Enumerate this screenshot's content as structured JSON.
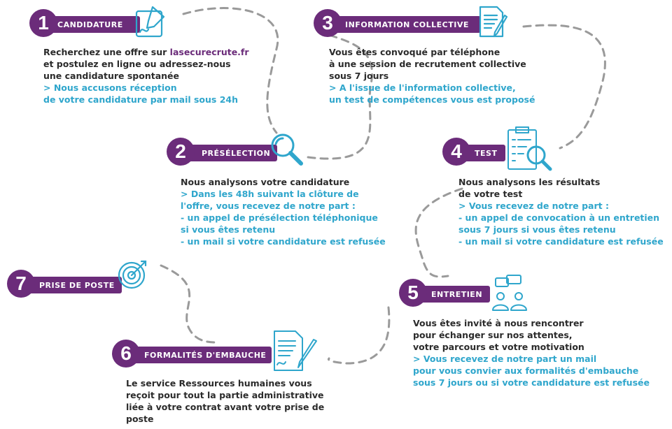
{
  "colors": {
    "purple": "#6b2c7a",
    "cyan": "#2fa6cc",
    "dark": "#2b2b2b",
    "dash": "#9a9a9a"
  },
  "steps": [
    {
      "number": "1",
      "title": "CANDIDATURE",
      "icon": "signature-pen-icon",
      "line1_pre": "Recherchez une offre sur ",
      "line1_link": "lasecurecrute.fr",
      "lines": [
        "et postulez en ligne ou adressez-nous",
        "une candidature spontanée"
      ],
      "highlight": [
        "> Nous accusons réception",
        "de votre candidature par mail sous 24h"
      ]
    },
    {
      "number": "2",
      "title": "PRÉSÉLECTION",
      "icon": "magnifier-icon",
      "lines": [
        "Nous analysons votre candidature"
      ],
      "highlight": [
        "> Dans les 48h suivant la clôture de",
        "l'offre, vous recevez de notre part :",
        "- un appel de présélection téléphonique",
        "si vous êtes retenu",
        "- un mail si votre candidature est refusée"
      ]
    },
    {
      "number": "3",
      "title": "INFORMATION COLLECTIVE",
      "icon": "document-pen-icon",
      "lines": [
        "Vous êtes convoqué par téléphone",
        "à une session de recrutement collective",
        "sous 7 jours"
      ],
      "highlight": [
        "> A l'issue de l'information collective,",
        "un test de compétences vous est proposé"
      ]
    },
    {
      "number": "4",
      "title": "TEST",
      "icon": "checklist-magnifier-icon",
      "lines": [
        "Nous analysons les résultats",
        "de votre test"
      ],
      "highlight": [
        "> Vous recevez de notre part :",
        "- un appel de convocation à un entretien",
        "sous 7 jours si vous êtes retenu",
        "- un mail si votre candidature est refusée"
      ]
    },
    {
      "number": "5",
      "title": "ENTRETIEN",
      "icon": "conversation-people-icon",
      "lines": [
        "Vous êtes invité à nous rencontrer",
        "pour échanger sur nos attentes,",
        "votre parcours et votre motivation"
      ],
      "highlight": [
        "> Vous recevez de notre part un mail",
        "pour vous convier aux formalités d'embauche",
        "sous 7 jours ou si votre candidature est refusée"
      ]
    },
    {
      "number": "6",
      "title": "FORMALITÉS D'EMBAUCHE",
      "icon": "contract-pen-icon",
      "lines": [
        "Le service Ressources humaines vous",
        "reçoit pour tout la partie administrative",
        "liée à votre contrat avant votre prise de",
        "poste"
      ],
      "highlight": []
    },
    {
      "number": "7",
      "title": "PRISE DE POSTE",
      "icon": "target-arrow-icon",
      "lines": [],
      "highlight": []
    }
  ]
}
